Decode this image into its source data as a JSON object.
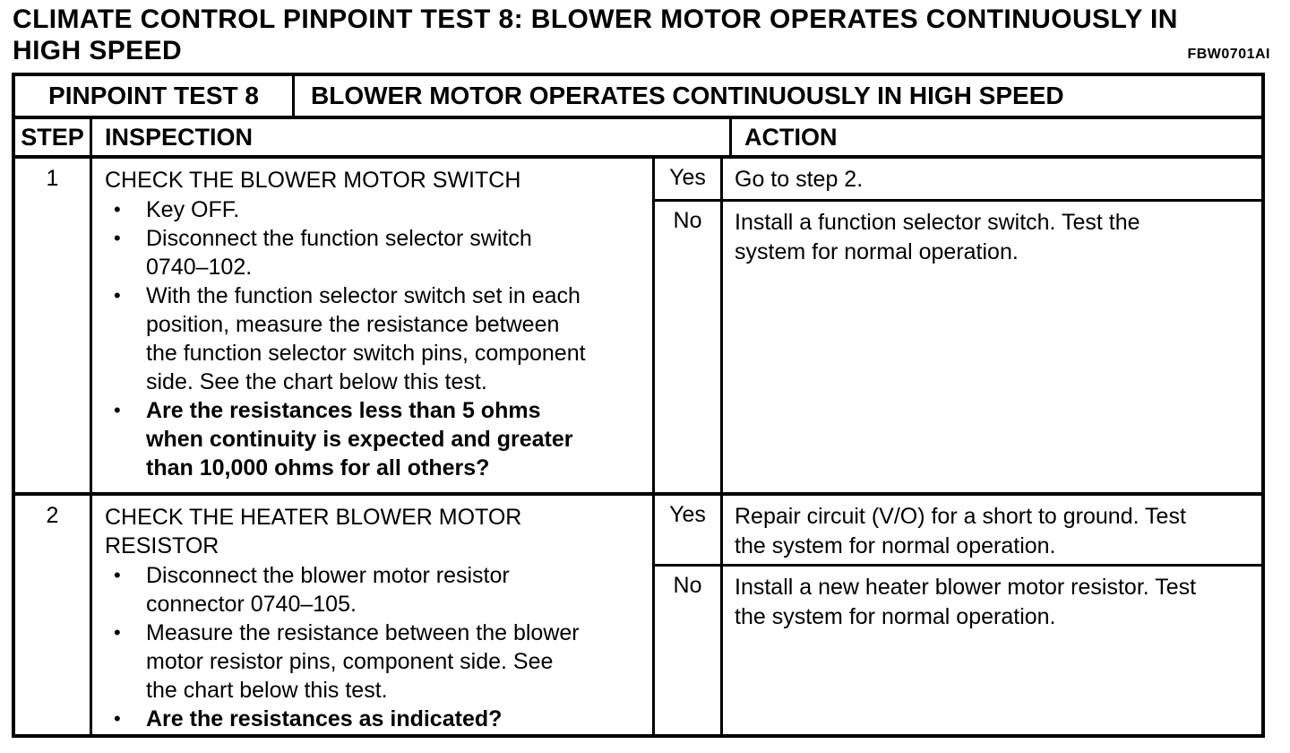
{
  "page": {
    "title": "CLIMATE CONTROL PINPOINT TEST 8:  BLOWER MOTOR OPERATES CONTINUOUSLY IN\nHIGH SPEED",
    "figure_code": "FBW0701AI"
  },
  "table": {
    "test_label": "PINPOINT TEST 8",
    "test_title": "BLOWER MOTOR OPERATES CONTINUOUSLY IN HIGH SPEED",
    "columns": {
      "step": "STEP",
      "inspection": "INSPECTION",
      "action": "ACTION"
    },
    "steps": [
      {
        "number": "1",
        "heading": "CHECK THE BLOWER MOTOR SWITCH",
        "bullet_marker": "•",
        "bullets": [
          {
            "text": "Key OFF.",
            "bold": false
          },
          {
            "text": "Disconnect the function selector switch\n0740–102.",
            "bold": false
          },
          {
            "text": "With the function selector switch set in each\nposition, measure the resistance between\nthe function selector switch pins, component\nside. See the chart below this test.",
            "bold": false
          },
          {
            "text": "Are the resistances less than 5 ohms\nwhen continuity is expected and greater\nthan 10,000 ohms for all others?",
            "bold": true
          }
        ],
        "actions": [
          {
            "answer": "Yes",
            "text": "Go to step 2."
          },
          {
            "answer": "No",
            "text": "Install a function selector switch. Test the\nsystem for normal operation."
          }
        ]
      },
      {
        "number": "2",
        "heading": "CHECK THE HEATER BLOWER MOTOR\nRESISTOR",
        "bullet_marker": "•",
        "bullets": [
          {
            "text": "Disconnect the blower motor resistor\nconnector 0740–105.",
            "bold": false
          },
          {
            "text": "Measure the resistance between the blower\nmotor resistor pins, component side. See\nthe chart below this test.",
            "bold": false
          },
          {
            "text": "Are the resistances as indicated?",
            "bold": true
          }
        ],
        "actions": [
          {
            "answer": "Yes",
            "text": "Repair circuit (V/O) for a short to ground. Test\nthe system for normal operation."
          },
          {
            "answer": "No",
            "text": "Install a new heater blower motor resistor. Test\nthe system for normal operation."
          }
        ]
      }
    ]
  }
}
